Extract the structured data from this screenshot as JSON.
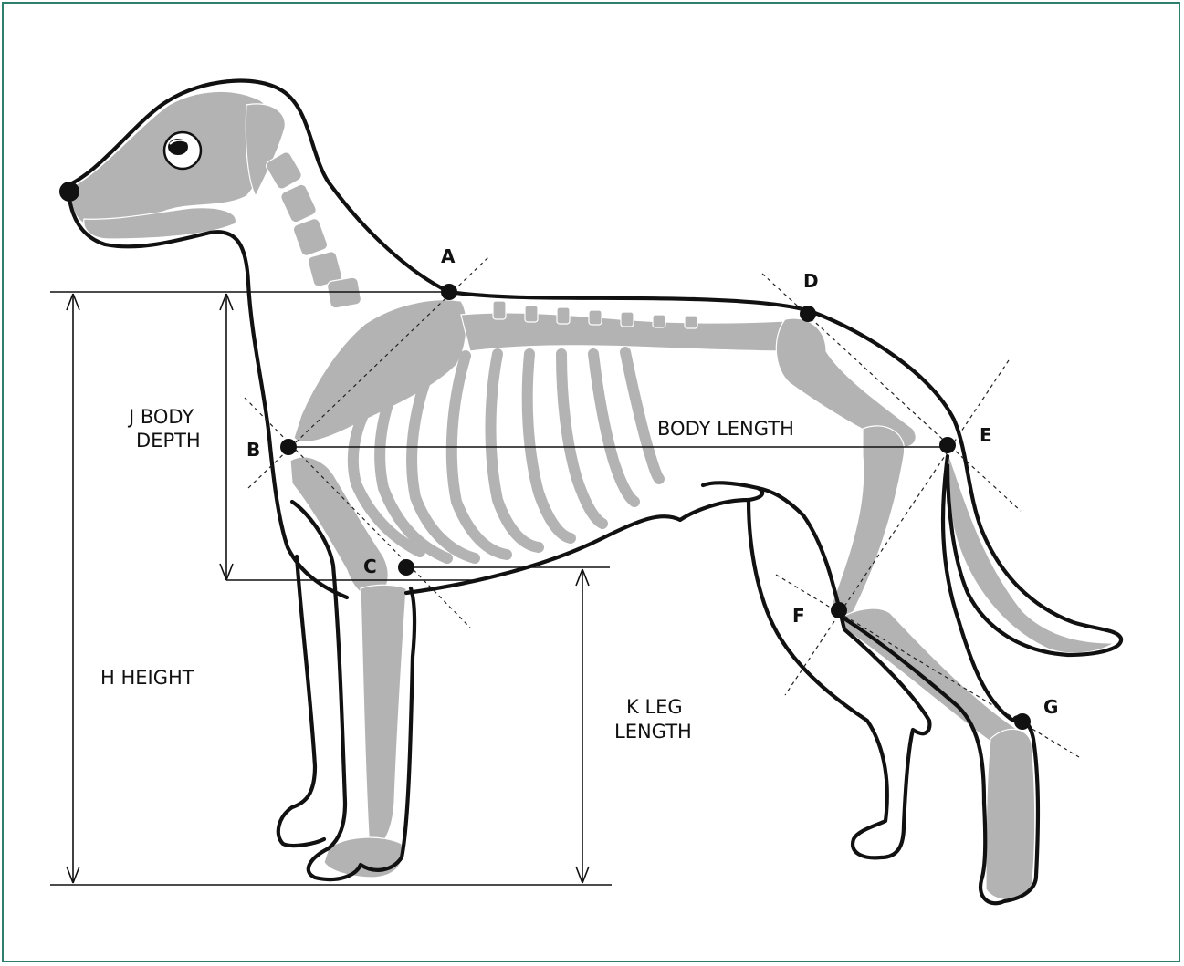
{
  "labels": {
    "body_depth_line1": "J BODY",
    "body_depth_line2": "DEPTH",
    "body_length": "BODY LENGTH",
    "height": "H HEIGHT",
    "leg_length_line1": "K LEG",
    "leg_length_line2": "LENGTH"
  },
  "points": {
    "a": "A",
    "b": "B",
    "c": "C",
    "d": "D",
    "e": "E",
    "f": "F",
    "g": "G"
  },
  "colors": {
    "frame": "#2f7f6f",
    "bone": "#b3b3b3",
    "outline": "#111111"
  }
}
